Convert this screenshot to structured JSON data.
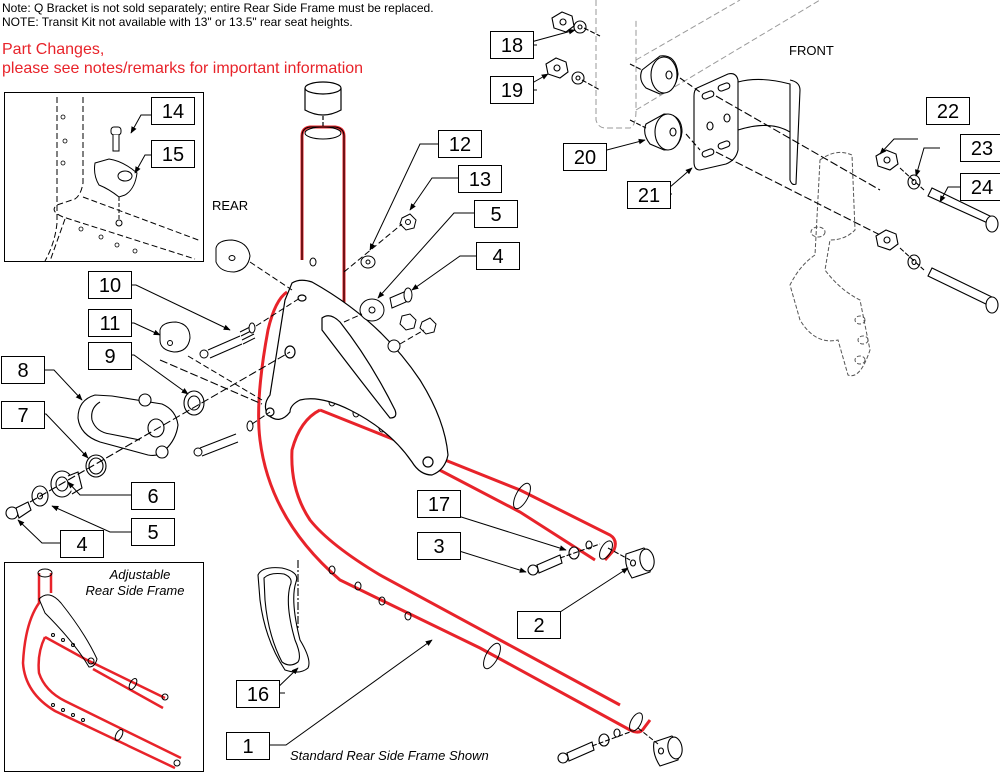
{
  "notes": {
    "line1": "Note: Q Bracket is not sold separately; entire Rear Side Frame must be replaced.",
    "line2": "NOTE: Transit Kit not available with 13\" or 13.5\" rear seat heights."
  },
  "part_changes": {
    "line1": "Part Changes,",
    "line2": "please see notes/remarks for important information",
    "color": "#e8232a"
  },
  "orientation_labels": {
    "rear": "REAR",
    "front": "FRONT"
  },
  "insets": {
    "detail": {
      "callouts": [
        "14",
        "15"
      ]
    },
    "adjustable": {
      "title_line1": "Adjustable",
      "title_line2": "Rear Side Frame"
    }
  },
  "caption": "Standard Rear Side Frame Shown",
  "callouts": [
    {
      "id": "1"
    },
    {
      "id": "2"
    },
    {
      "id": "3"
    },
    {
      "id": "4"
    },
    {
      "id": "5"
    },
    {
      "id": "6"
    },
    {
      "id": "7"
    },
    {
      "id": "8"
    },
    {
      "id": "9"
    },
    {
      "id": "10"
    },
    {
      "id": "11"
    },
    {
      "id": "12"
    },
    {
      "id": "13"
    },
    {
      "id": "14"
    },
    {
      "id": "15"
    },
    {
      "id": "16"
    },
    {
      "id": "17"
    },
    {
      "id": "18"
    },
    {
      "id": "19"
    },
    {
      "id": "20"
    },
    {
      "id": "21"
    },
    {
      "id": "22"
    },
    {
      "id": "23"
    },
    {
      "id": "24"
    }
  ],
  "callout_labels": {
    "c1": "1",
    "c2": "2",
    "c3": "3",
    "c4a": "4",
    "c4b": "4",
    "c5a": "5",
    "c5b": "5",
    "c6": "6",
    "c7": "7",
    "c8": "8",
    "c9": "9",
    "c10": "10",
    "c11": "11",
    "c12": "12",
    "c13": "13",
    "c14": "14",
    "c15": "15",
    "c16": "16",
    "c17": "17",
    "c18": "18",
    "c19": "19",
    "c20": "20",
    "c21": "21",
    "c22": "22",
    "c23": "23",
    "c24": "24"
  },
  "colors": {
    "frame_highlight": "#e8232a",
    "line": "#000000",
    "ghost": "#9a9a9a"
  }
}
